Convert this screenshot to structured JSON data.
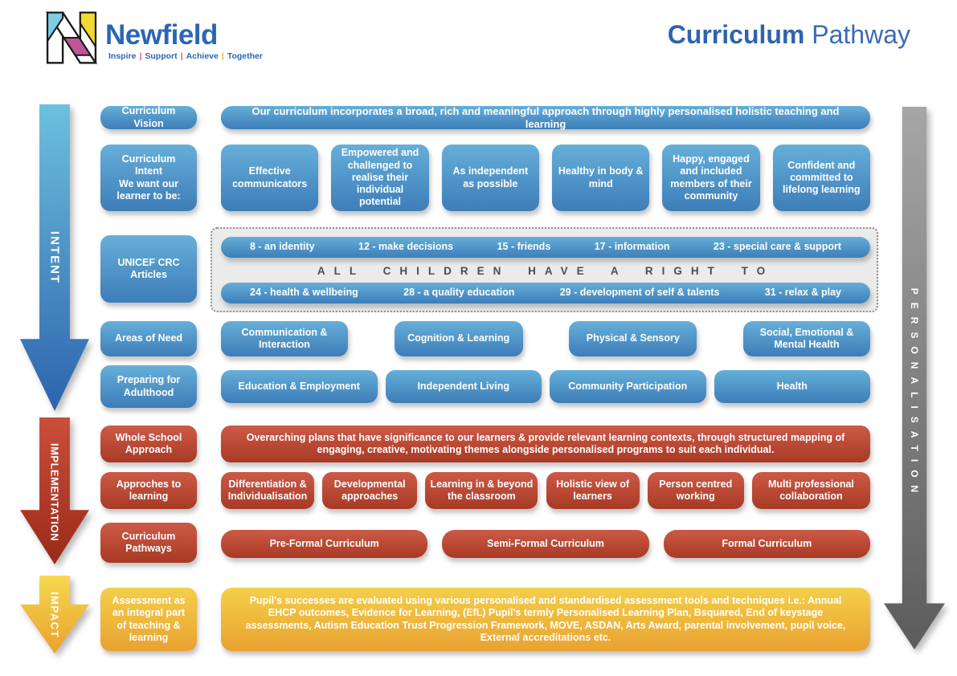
{
  "header": {
    "brand": {
      "logo_icon": "newfield-n-logo",
      "name": "Newfield",
      "tagline": {
        "words": [
          "Inspire",
          "Support",
          "Achieve",
          "Together"
        ],
        "separator": "|"
      }
    },
    "title_bold": "Curriculum",
    "title_regular": "Pathway"
  },
  "side_arrows": {
    "intent": "INTENT",
    "implementation": "IMPLEMENTATION",
    "impact": "IMPACT",
    "personalisation": "PERSONALISATION"
  },
  "rows": {
    "vision": {
      "label": "Curriculum Vision",
      "text": "Our curriculum incorporates a broad, rich and meaningful approach through highly personalised holistic teaching and learning"
    },
    "intent": {
      "label": "Curriculum Intent\nWe want our learner to be:",
      "boxes": [
        "Effective communicators",
        "Empowered and challenged to realise their individual potential",
        "As independent as possible",
        "Healthy in body & mind",
        "Happy, engaged and included members of their community",
        "Confident and committed to lifelong learning"
      ]
    },
    "unicef": {
      "label": "UNICEF CRC Articles",
      "top": [
        "8 - an identity",
        "12 - make decisions",
        "15 - friends",
        "17 - information",
        "23 - special care & support"
      ],
      "middle": "ALL CHILDREN HAVE A RIGHT TO",
      "bottom": [
        "24 - health & wellbeing",
        "28 - a quality education",
        "29 - development of self & talents",
        "31 - relax & play"
      ]
    },
    "areas": {
      "label": "Areas of Need",
      "boxes": [
        "Communication & Interaction",
        "Cognition & Learning",
        "Physical & Sensory",
        "Social, Emotional & Mental Health"
      ]
    },
    "adulthood": {
      "label": "Preparing for Adulthood",
      "boxes": [
        "Education & Employment",
        "Independent Living",
        "Community Participation",
        "Health"
      ]
    },
    "whole_school": {
      "label": "Whole School Approach",
      "text": "Overarching plans that have significance to our learners & provide relevant learning contexts, through structured mapping of engaging, creative, motivating themes alongside personalised programs to suit each individual."
    },
    "approaches": {
      "label": "Approches to learning",
      "boxes": [
        "Differentiation & Individualisation",
        "Developmental approaches",
        "Learning in & beyond the classroom",
        "Holistic view of learners",
        "Person centred working",
        "Multi professional collaboration"
      ]
    },
    "pathways": {
      "label": "Curriculum Pathways",
      "boxes": [
        "Pre-Formal Curriculum",
        "Semi-Formal Curriculum",
        "Formal Curriculum"
      ]
    },
    "assessment": {
      "label": "Assessment as an integral part of teaching & learning",
      "text": "Pupil's successes are evaluated using various personalised and standardised assessment tools and techniques i.e.: Annual EHCP outcomes, Evidence for Learning, (EfL) Pupil's termly Personalised Learning Plan, Bsquared, End of keystage assessments, Autism Education Trust Progression Framework, MOVE, ASDAN, Arts Award, parental involvement, pupil voice, External accreditations etc."
    }
  },
  "colors": {
    "brand_blue": "#2b66b4",
    "box_blue": "#4c92c6",
    "box_red": "#b5402c",
    "box_yellow": "#eeb637",
    "personalisation_gray": "#7a7a7a"
  }
}
